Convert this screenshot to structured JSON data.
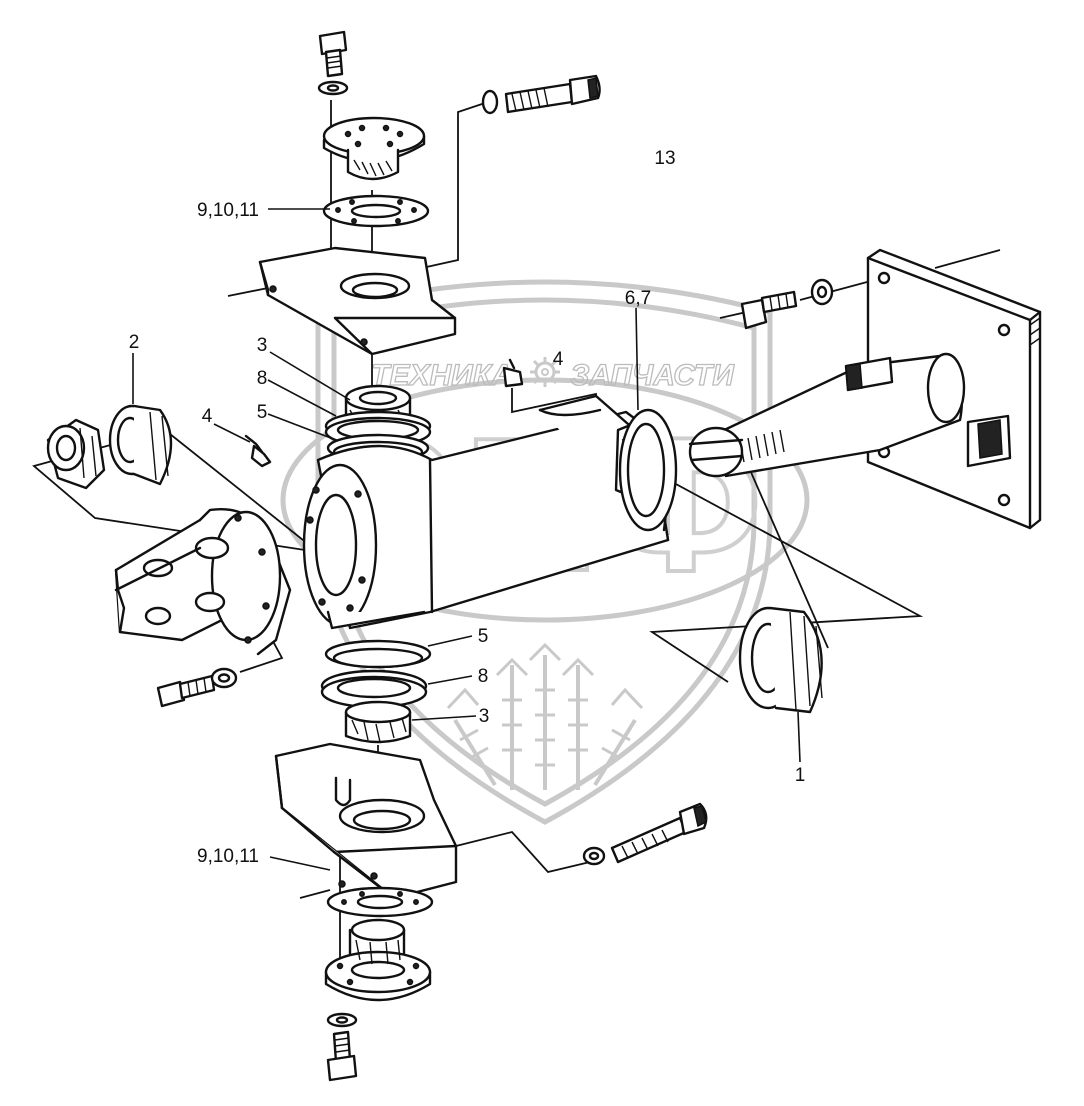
{
  "watermark": {
    "left_text": "ТЕХНИКА",
    "right_text": "ЗАПЧАСТИ",
    "monogram": "ЭПФ",
    "gear_icon": "gear-icon",
    "wheat_icon": "wheat-ears-icon"
  },
  "callouts": {
    "c13": "13",
    "c9_10_11_top": "9,10,11",
    "c6_7": "6,7",
    "c2": "2",
    "c3_top": "3",
    "c8_top": "8",
    "c5_top": "5",
    "c4_left": "4",
    "c4_right": "4",
    "c5_bottom": "5",
    "c8_bottom": "8",
    "c3_bottom": "3",
    "c1": "1",
    "c9_10_11_bottom": "9,10,11"
  },
  "colors": {
    "ink": "#111111",
    "watermark": "#c9c9c9",
    "background": "#ffffff"
  }
}
